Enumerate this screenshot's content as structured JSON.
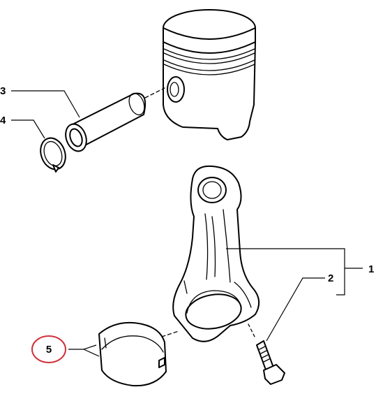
{
  "callouts": [
    {
      "id": "1",
      "text": "1"
    },
    {
      "id": "2",
      "text": "2"
    },
    {
      "id": "3",
      "text": "3"
    },
    {
      "id": "4",
      "text": "4"
    },
    {
      "id": "5",
      "text": "5",
      "highlighted": true
    }
  ],
  "colors": {
    "line": "#000000",
    "background": "#ffffff",
    "highlight_ring": "#d0303a"
  },
  "parts": [
    {
      "callout": "3",
      "icon": "piston-pin-icon"
    },
    {
      "callout": "4",
      "icon": "circlip-icon"
    },
    {
      "callout": "1",
      "icon": "connecting-rod-icon"
    },
    {
      "callout": "2",
      "icon": "rod-bolt-icon"
    },
    {
      "callout": "5",
      "icon": "bearing-shell-icon"
    }
  ]
}
